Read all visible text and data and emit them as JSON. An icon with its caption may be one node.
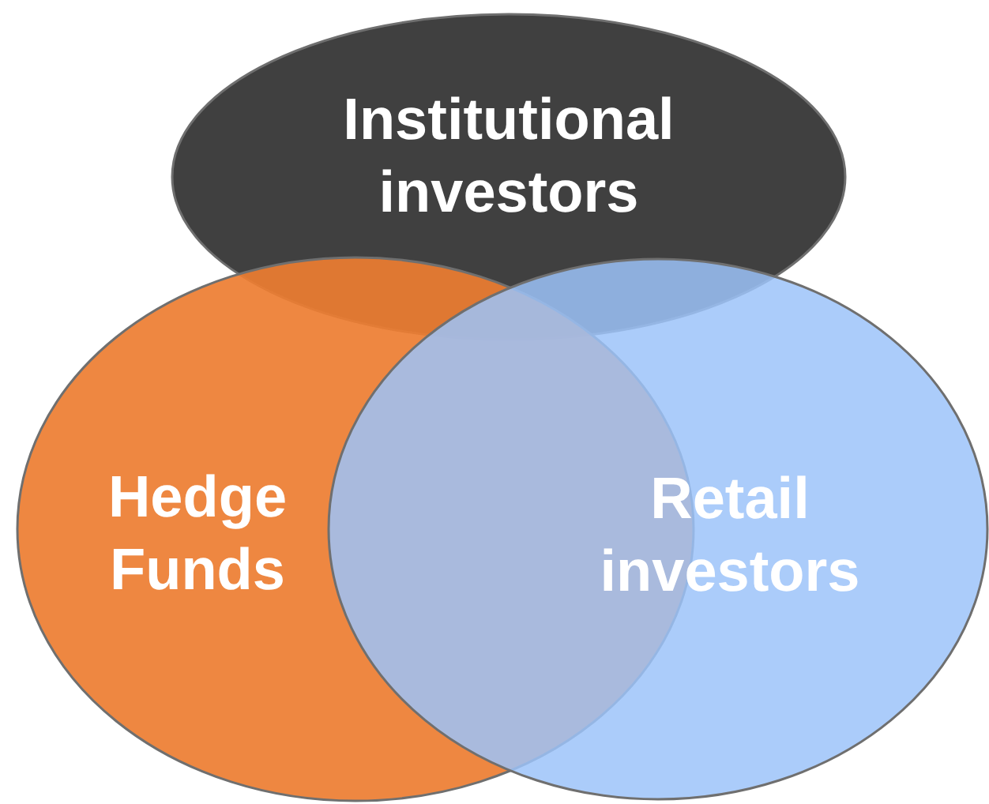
{
  "diagram": {
    "nodes": [
      {
        "text": [
          "Institutional investors"
        ]
      },
      {
        "text": [
          "Hedge Funds"
        ]
      },
      {
        "text": [
          "Retail investors"
        ]
      }
    ]
  }
}
